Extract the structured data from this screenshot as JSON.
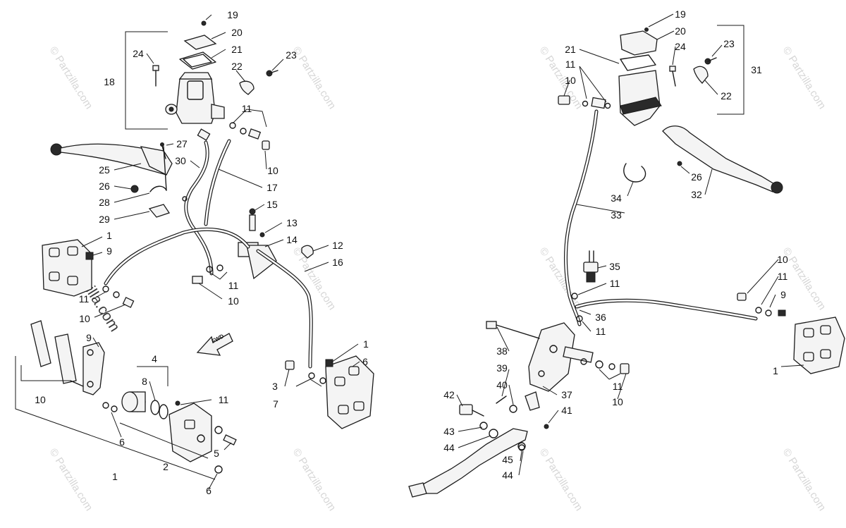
{
  "watermarks": {
    "faint_text": "© Partzilla.com",
    "dark_text": "© Partzilla.com"
  },
  "fwd_label": "FWD",
  "callouts_left": [
    "19",
    "20",
    "21",
    "24",
    "23",
    "18",
    "22",
    "11",
    "27",
    "30",
    "10",
    "25",
    "17",
    "26",
    "28",
    "15",
    "29",
    "13",
    "1",
    "9",
    "14",
    "12",
    "16",
    "11",
    "10",
    "11",
    "10",
    "7",
    "3",
    "9",
    "4",
    "1",
    "8",
    "6",
    "10",
    "11",
    "6",
    "5",
    "1",
    "2",
    "6"
  ],
  "callouts_right": [
    "19",
    "20",
    "21",
    "24",
    "23",
    "31",
    "11",
    "10",
    "22",
    "26",
    "32",
    "34",
    "33",
    "35",
    "10",
    "11",
    "11",
    "9",
    "36",
    "11",
    "38",
    "39",
    "40",
    "37",
    "1",
    "11",
    "10",
    "42",
    "41",
    "43",
    "44",
    "45",
    "44"
  ]
}
